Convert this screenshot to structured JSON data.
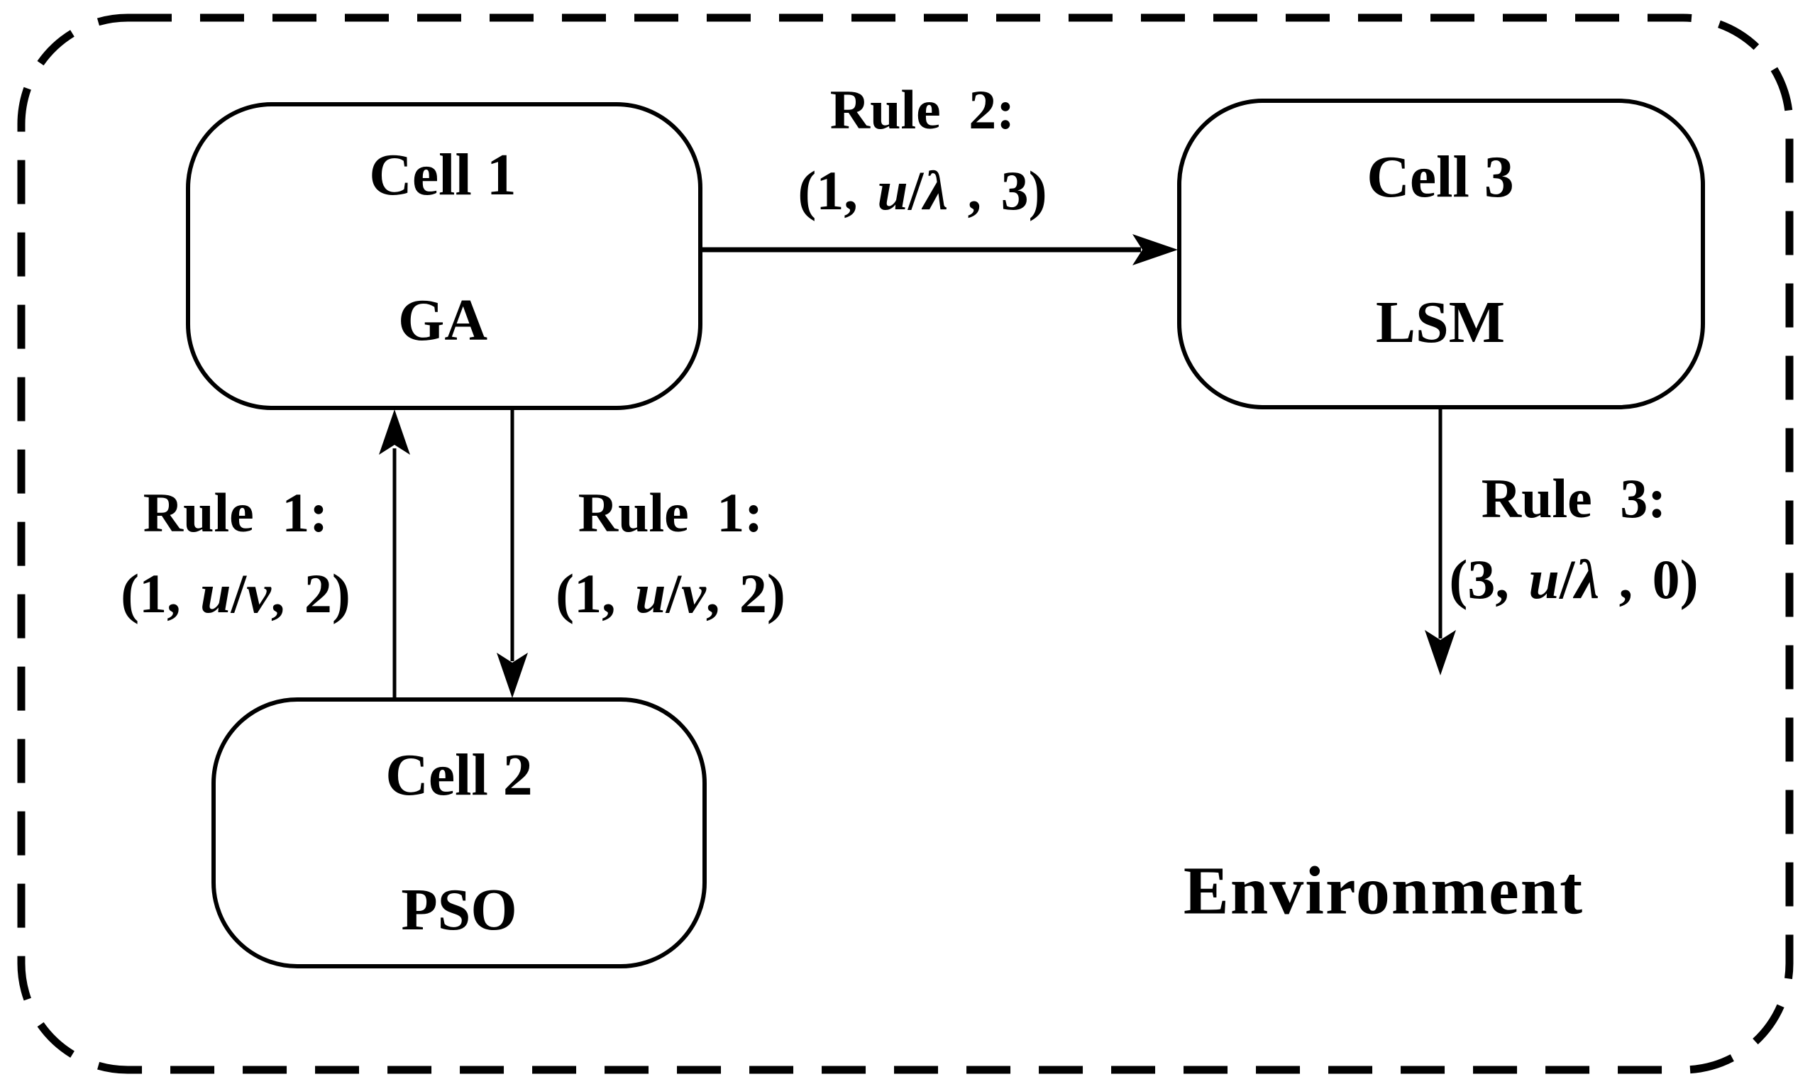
{
  "diagram": {
    "environment_label": "Environment",
    "cells": [
      {
        "title": "Cell 1",
        "algorithm": "GA"
      },
      {
        "title": "Cell 2",
        "algorithm": "PSO"
      },
      {
        "title": "Cell 3",
        "algorithm": "LSM"
      }
    ],
    "rules": {
      "rule1_left": {
        "title": "Rule 1:",
        "formula": {
          "open": "(1, ",
          "numerator": "u",
          "slash": "/",
          "denominator": "v",
          "close": ", 2)"
        }
      },
      "rule1_right": {
        "title": "Rule 1:",
        "formula": {
          "open": "(1, ",
          "numerator": "u",
          "slash": "/",
          "denominator": "v",
          "close": ", 2)"
        }
      },
      "rule2": {
        "title": "Rule 2:",
        "formula": {
          "open": "(1, ",
          "numerator": "u",
          "slash": "/",
          "denominator": "λ",
          "close": " , 3)"
        }
      },
      "rule3": {
        "title": "Rule 3:",
        "formula": {
          "open": "(3, ",
          "numerator": "u",
          "slash": "/",
          "denominator": "λ",
          "close": " , 0)"
        }
      }
    },
    "colors": {
      "ink": "#000000",
      "background": "#ffffff"
    }
  }
}
